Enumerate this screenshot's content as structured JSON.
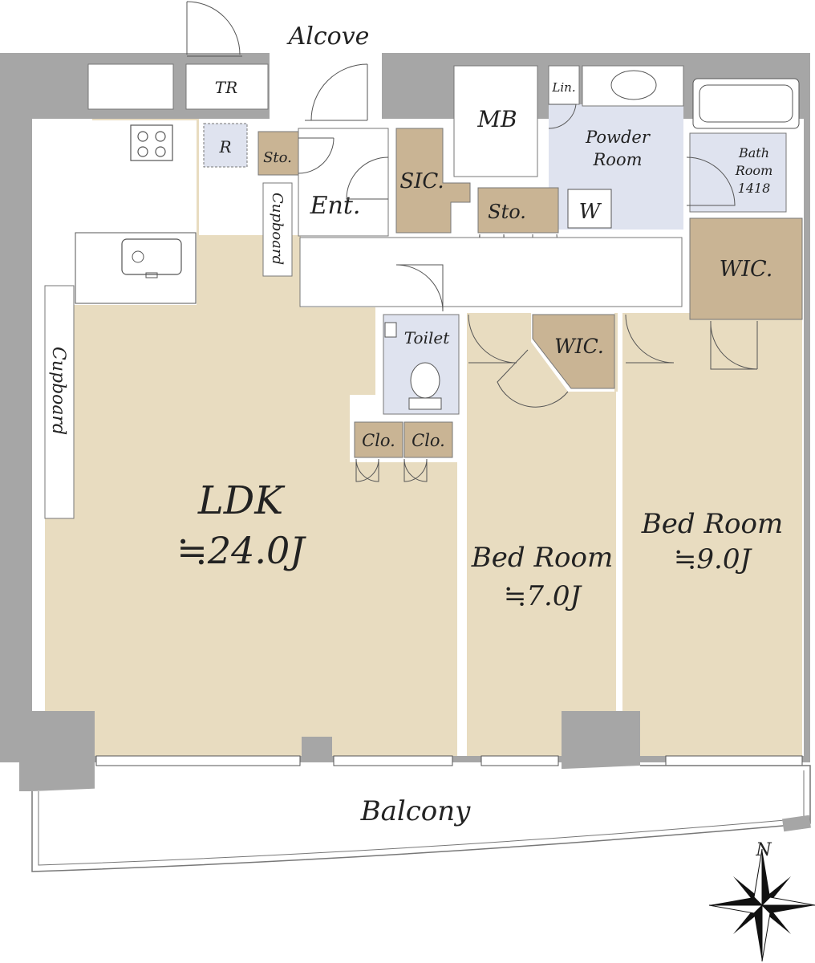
{
  "rooms": {
    "ldk": {
      "name": "LDK",
      "area": "≒24.0J"
    },
    "bed1": {
      "name": "Bed Room",
      "area": "≒7.0J"
    },
    "bed2": {
      "name": "Bed Room",
      "area": "≒9.0J"
    },
    "alcove": "Alcove",
    "tr": "TR",
    "r": "R",
    "sto_small": "Sto.",
    "cupboard_ent": "Cupboard",
    "cupboard_ldk": "Cupboard",
    "ent": "Ent.",
    "sic": "SIC.",
    "mb": "MB",
    "lin": "Lin.",
    "powder": {
      "line1": "Powder",
      "line2": "Room"
    },
    "washer": "W",
    "bath": {
      "line1": "Bath",
      "line2": "Room",
      "line3": "1418"
    },
    "sto_hall": "Sto.",
    "wic_large": "WIC.",
    "wic_small": "WIC.",
    "toilet": "Toilet",
    "clo1": "Clo.",
    "clo2": "Clo.",
    "balcony": "Balcony"
  },
  "compass": {
    "north": "N"
  },
  "colors": {
    "floor": "#e8dcc0",
    "storage": "#c9b494",
    "wet": "#dfe3ef",
    "wall": "#a6a6a6",
    "white": "#ffffff"
  }
}
